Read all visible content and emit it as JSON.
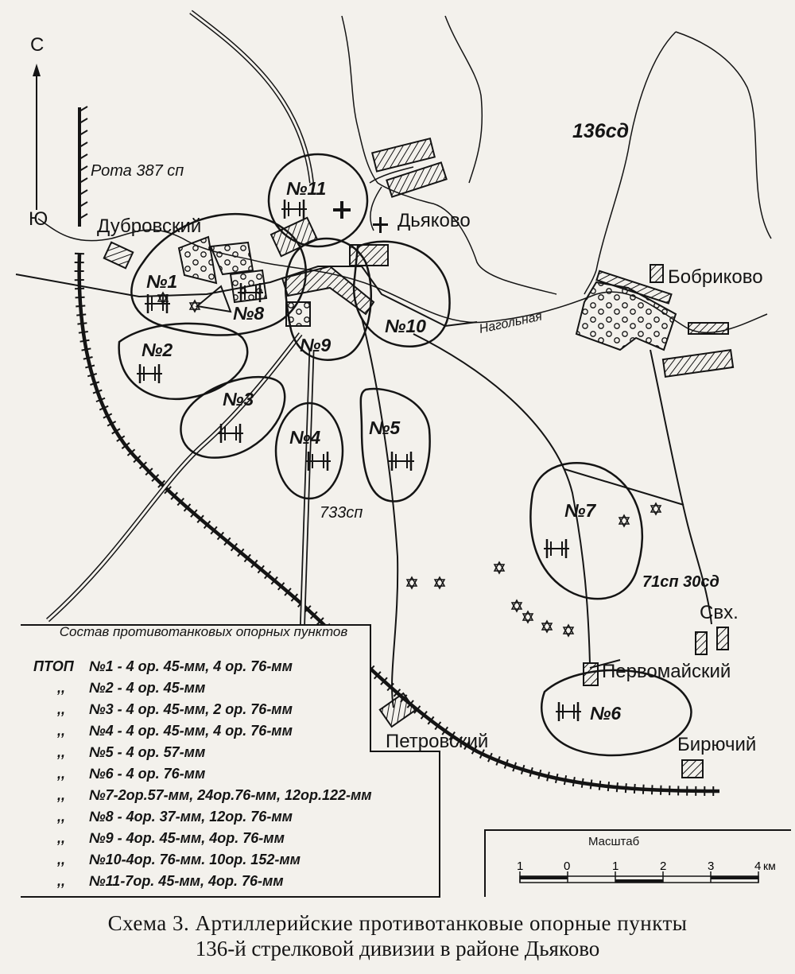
{
  "compass": {
    "north": "С",
    "south": "Ю"
  },
  "labels": {
    "rota": "Рота 387 сп",
    "division": "136сд",
    "dubrovsky": "Дубровский",
    "dyakovo": "Дьяково",
    "bobrikovo": "Бобриково",
    "river": "Нагольная",
    "sp733": "733сп",
    "sp71": "71сп 30сд",
    "svh": "Свх.",
    "pervomaysky": "Первомайский",
    "petrovsky": "Петровский",
    "biryuchy": "Бирючий"
  },
  "points": [
    {
      "label": "№1"
    },
    {
      "label": "№2"
    },
    {
      "label": "№3"
    },
    {
      "label": "№4"
    },
    {
      "label": "№5"
    },
    {
      "label": "№6"
    },
    {
      "label": "№7"
    },
    {
      "label": "№8"
    },
    {
      "label": "№9"
    },
    {
      "label": "№10"
    },
    {
      "label": "№11"
    }
  ],
  "legend": {
    "title": "Состав противотанковых опорных пунктов",
    "first_prefix": "ПТОП",
    "ditto": ",,",
    "rows": [
      "№1 - 4 ор. 45-мм, 4 ор. 76-мм",
      "№2 - 4 ор. 45-мм",
      "№3 - 4 ор. 45-мм, 2 ор. 76-мм",
      "№4 - 4 ор. 45-мм, 4 ор. 76-мм",
      "№5 - 4 ор. 57-мм",
      "№6 - 4 ор. 76-мм",
      "№7-2ор.57-мм, 24ор.76-мм, 12ор.122-мм",
      "№8 - 4ор. 37-мм, 12ор. 76-мм",
      "№9 - 4ор. 45-мм, 4ор. 76-мм",
      "№10-4ор. 76-мм. 10ор. 152-мм",
      "№11-7ор. 45-мм, 4ор. 76-мм"
    ]
  },
  "scale": {
    "title": "Масштаб",
    "ticks": [
      "1",
      "0",
      "1",
      "2",
      "3",
      "4"
    ],
    "unit": "км"
  },
  "caption": {
    "line1": "Схема 3. Артиллерийские противотанковые опорные пункты",
    "line2": "136-й стрелковой дивизии в районе Дьяково"
  }
}
